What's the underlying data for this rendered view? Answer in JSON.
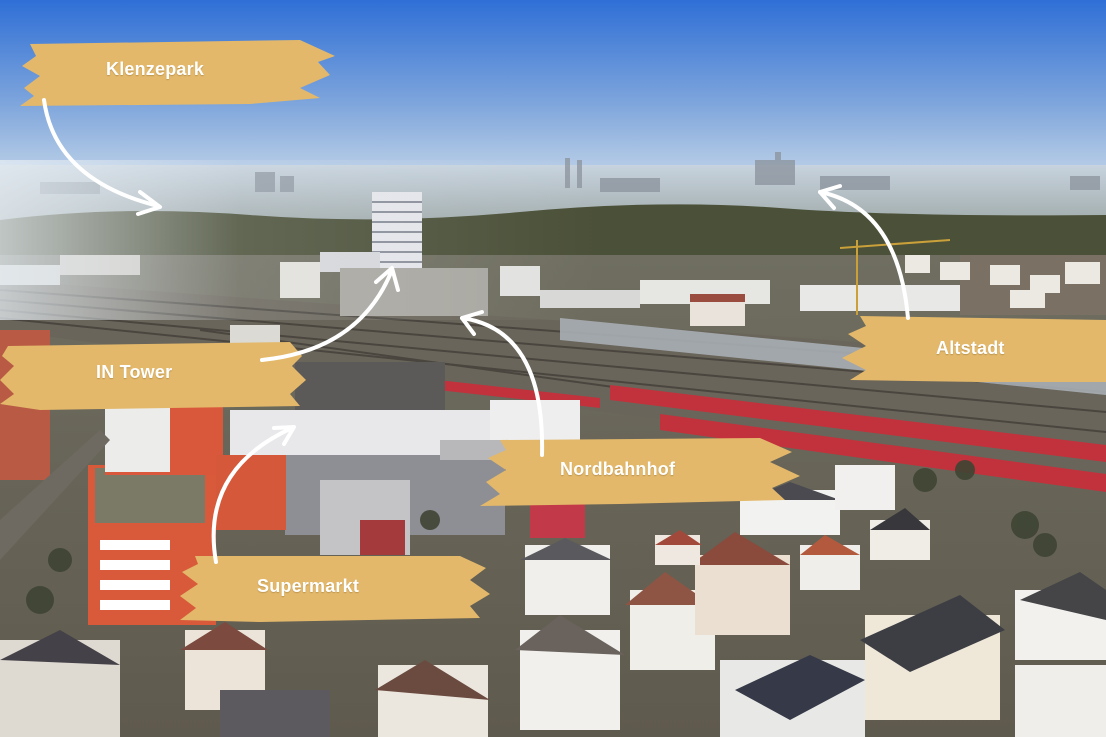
{
  "image": {
    "description_free": true,
    "labels": [
      {
        "id": "klenzepark",
        "text": "Klenzepark"
      },
      {
        "id": "intower",
        "text": "IN Tower"
      },
      {
        "id": "nordbahnhof",
        "text": "Nordbahnhof"
      },
      {
        "id": "altstadt",
        "text": "Altstadt"
      },
      {
        "id": "supermarkt",
        "text": "Supermarkt"
      }
    ],
    "colors": {
      "brush": "#e3b86a",
      "arrow": "#ffffff",
      "sky_top": "#2f6fd6",
      "sky_horizon": "#c9d9ea",
      "haze": "#b9c6d2",
      "trees": "#4b5038",
      "ground": "#7c7868",
      "roof_red": "#8a4a3c",
      "roof_dark": "#3a3d44",
      "facade_orange": "#d85a3a",
      "facade_white": "#ecebe6",
      "train_red": "#c2323c",
      "rails": "#5a564e"
    }
  }
}
